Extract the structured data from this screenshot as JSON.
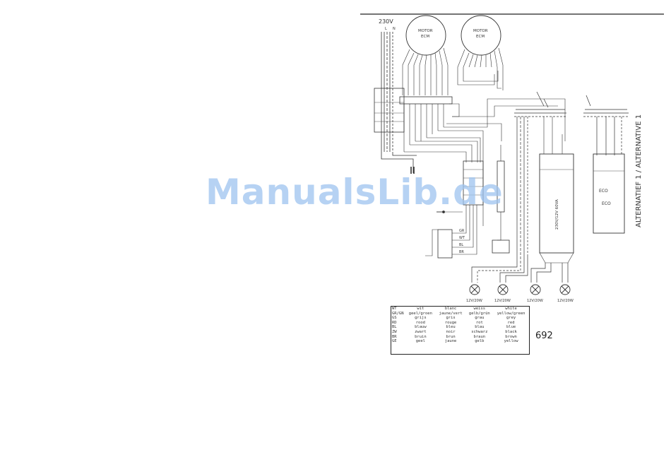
{
  "supply": {
    "voltage": "230V",
    "l": "L",
    "n": "N"
  },
  "motors": [
    {
      "label1": "MOTOR",
      "label2": "ECM"
    },
    {
      "label1": "MOTOR",
      "label2": "ECM"
    }
  ],
  "alternative_label": "ALTERNATIEF 1 / ALTERNATIVE 1",
  "lamps": [
    {
      "label": "12V/20W"
    },
    {
      "label": "12V/20W"
    },
    {
      "label": "12V/20W"
    },
    {
      "label": "12V/20W"
    }
  ],
  "transformer_label": "230V/12V 60VA",
  "alt_box": {
    "line1": "ECO",
    "line2": "ECO"
  },
  "switch_labels": [
    "GR",
    "WT",
    "BL",
    "BR"
  ],
  "legend": {
    "header": [
      "WT",
      "wit",
      "blanc",
      "weiss",
      "white"
    ],
    "header2": [
      "GR/GN",
      "geel/groen",
      "jaune/vert",
      "gelb/grün",
      "yellow/green"
    ],
    "rows": [
      [
        "GS",
        "grijs",
        "gris",
        "grau",
        "grey"
      ],
      [
        "RD",
        "rood",
        "rouge",
        "rot",
        "red"
      ],
      [
        "BL",
        "blauw",
        "bleu",
        "blau",
        "blue"
      ],
      [
        "ZW",
        "zwart",
        "noir",
        "schwarz",
        "black"
      ],
      [
        "BR",
        "bruin",
        "brun",
        "braun",
        "brown"
      ],
      [
        "GE",
        "geel",
        "jaune",
        "gelb",
        "yellow"
      ]
    ]
  },
  "page_number": "692",
  "watermark": "ManualsLib.de"
}
